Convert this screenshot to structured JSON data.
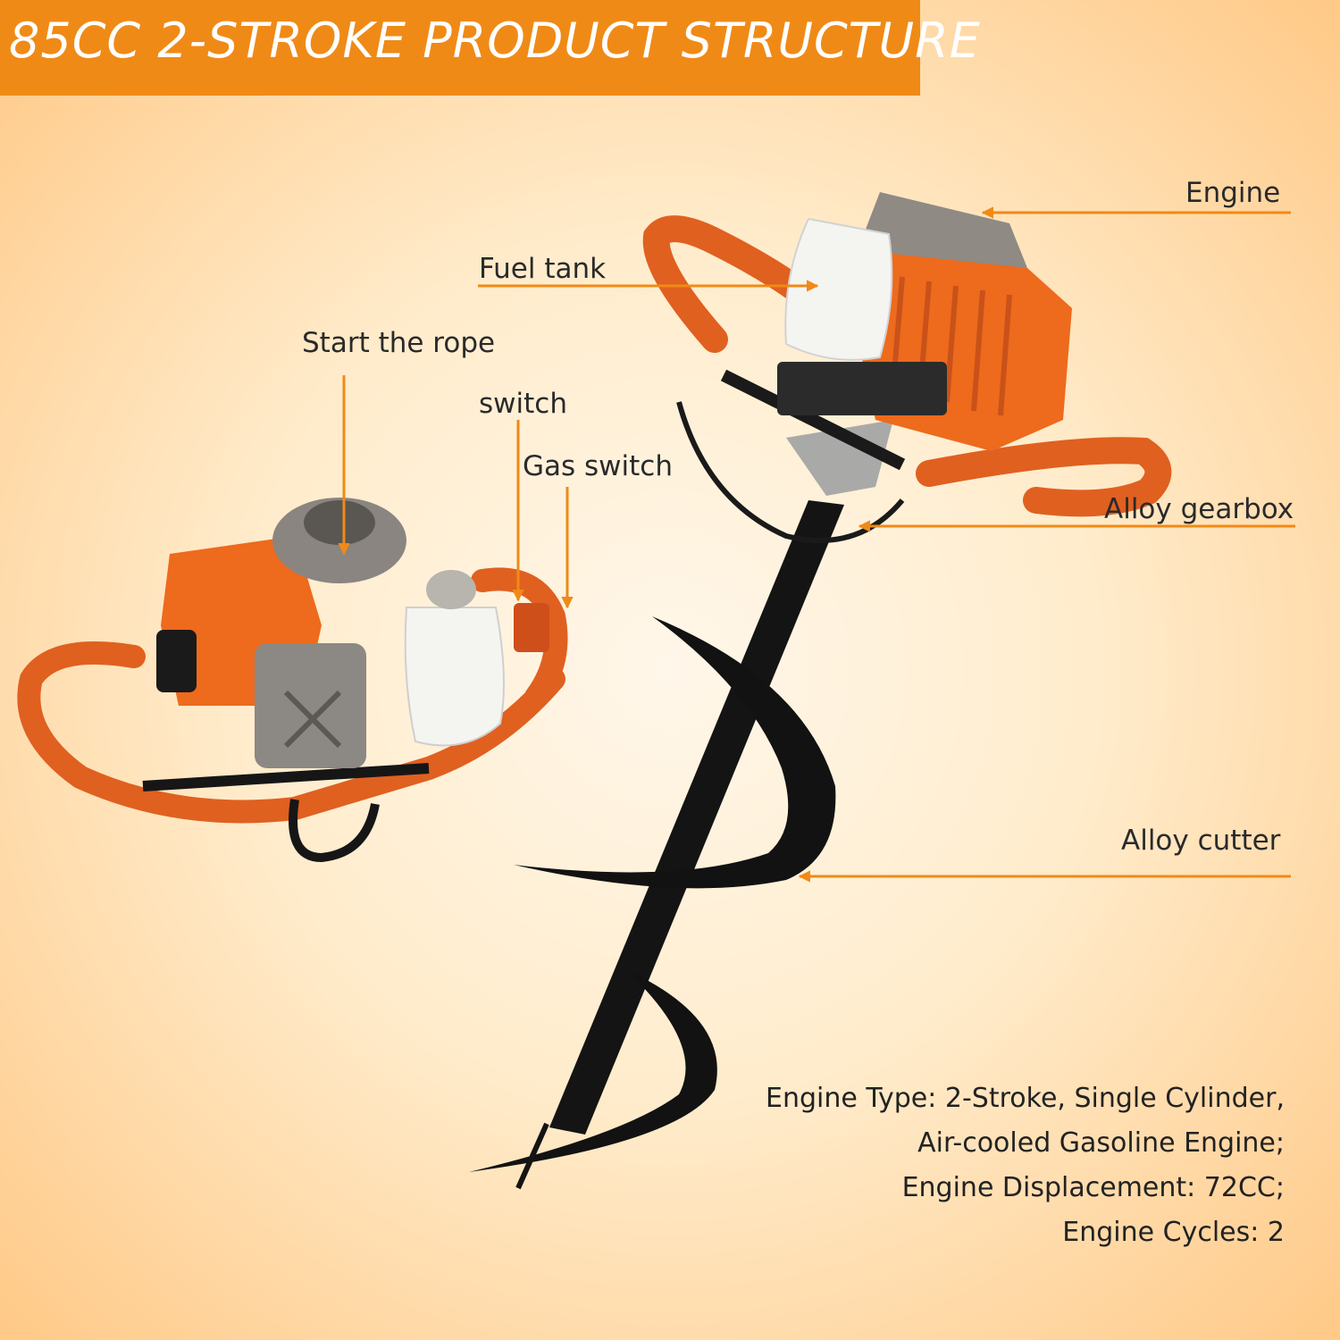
{
  "title": "85CC 2-STROKE PRODUCT STRUCTURE",
  "labels": {
    "engine": "Engine",
    "fuel_tank": "Fuel tank",
    "start_rope": "Start the rope",
    "switch": "switch",
    "gas_switch": "Gas switch",
    "alloy_gearbox": "Alloy gearbox",
    "alloy_cutter": "Alloy cutter"
  },
  "specs": [
    "Engine Type: 2-Stroke, Single Cylinder,",
    "Air-cooled Gasoline Engine;",
    "Engine Displacement: 72CC;",
    "Engine Cycles: 2"
  ],
  "colors": {
    "banner": "#f08a16",
    "arrow": "#f08a16",
    "engine_orange": "#ee6a1c",
    "metal_black": "#141414"
  }
}
